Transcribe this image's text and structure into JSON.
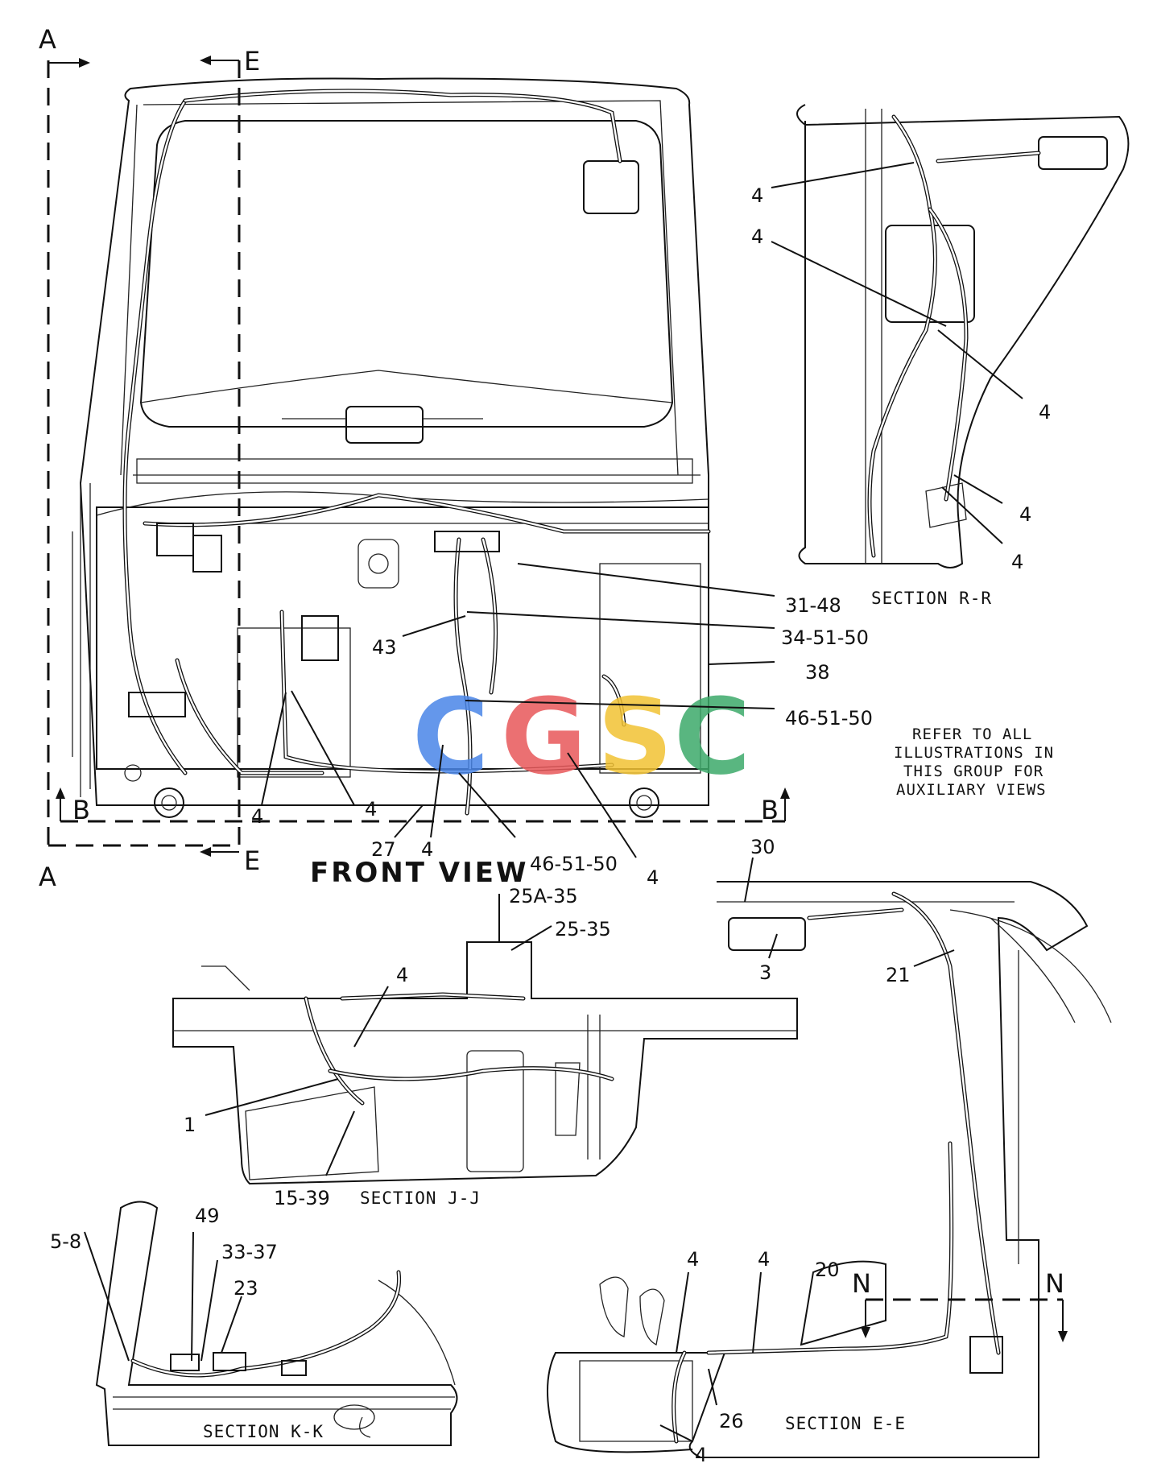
{
  "views": {
    "front_view": {
      "title": "FRONT VIEW"
    },
    "section_rr": {
      "title": "SECTION R-R"
    },
    "section_jj": {
      "title": "SECTION J-J"
    },
    "section_kk": {
      "title": "SECTION K-K"
    },
    "section_ee": {
      "title": "SECTION E-E"
    }
  },
  "section_markers": {
    "a_top": "A",
    "a_bottom": "A",
    "e_top": "E",
    "e_bottom": "E",
    "b_left": "B",
    "b_right": "B",
    "n_left": "N",
    "n_right": "N"
  },
  "note": {
    "line1": "REFER TO ALL",
    "line2": "ILLUSTRATIONS IN",
    "line3": "THIS GROUP FOR",
    "line4": "AUXILIARY VIEWS"
  },
  "watermark": {
    "text": "CGSC",
    "colors": [
      "#4a86e8",
      "#e8585a",
      "#f2c233",
      "#3daa6a"
    ]
  },
  "callouts": {
    "rr": [
      "4",
      "4",
      "4",
      "4",
      "4"
    ],
    "front": [
      "31-48",
      "34-51-50",
      "43",
      "38",
      "46-51-50",
      "4",
      "4",
      "27",
      "4",
      "46-51-50",
      "4"
    ],
    "jj": [
      "25A-35",
      "25-35",
      "4",
      "1",
      "15-39"
    ],
    "ee": [
      "30",
      "3",
      "21",
      "20",
      "4",
      "4",
      "26",
      "4"
    ],
    "kk": [
      "5-8",
      "49",
      "33-37",
      "23"
    ]
  }
}
